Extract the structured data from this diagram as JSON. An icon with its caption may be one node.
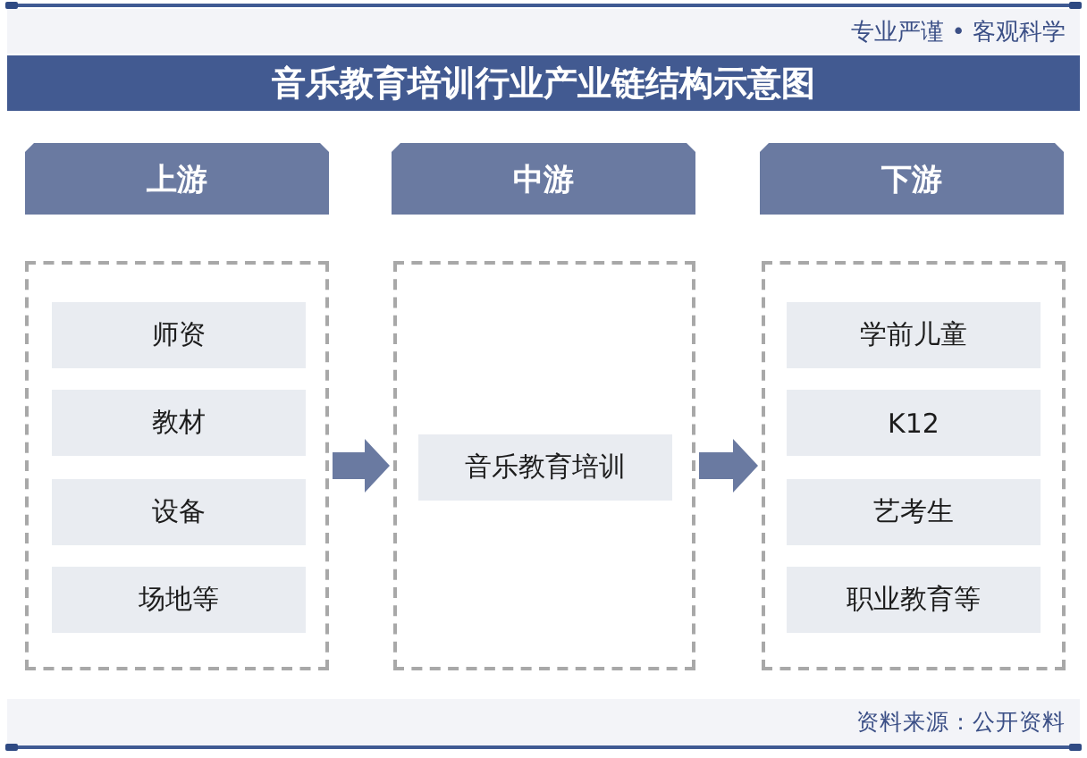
{
  "diagram": {
    "title": "音乐教育培训行业产业链结构示意图",
    "nodes": [
      {
        "text": [
          "上游"
        ]
      },
      {
        "text": [
          "中游"
        ]
      },
      {
        "text": [
          "下游"
        ]
      },
      {
        "text": [],
        "shape": "box"
      },
      {
        "text": [
          "师资"
        ],
        "in": 3
      },
      {
        "text": [
          "教材"
        ],
        "in": 3
      },
      {
        "text": [
          "设备"
        ],
        "in": 3
      },
      {
        "text": [
          "场地等"
        ],
        "in": 3
      },
      {
        "text": [],
        "shape": "box"
      },
      {
        "text": [
          "音乐教育培训"
        ],
        "in": 8
      },
      {
        "text": [],
        "shape": "box"
      },
      {
        "text": [
          "学前儿童"
        ],
        "in": 10
      },
      {
        "text": [
          "K12"
        ],
        "in": 10
      },
      {
        "text": [
          "艺考生"
        ],
        "in": 10
      },
      {
        "text": [
          "职业教育等"
        ],
        "in": 10
      }
    ],
    "edges": [
      {
        "from": 3,
        "to": 8,
        "arrow": "to"
      },
      {
        "from": 8,
        "to": 10,
        "arrow": "to"
      }
    ],
    "labels": [
      "专业严谨 • 客观科学",
      "资料来源：公开资料"
    ]
  }
}
